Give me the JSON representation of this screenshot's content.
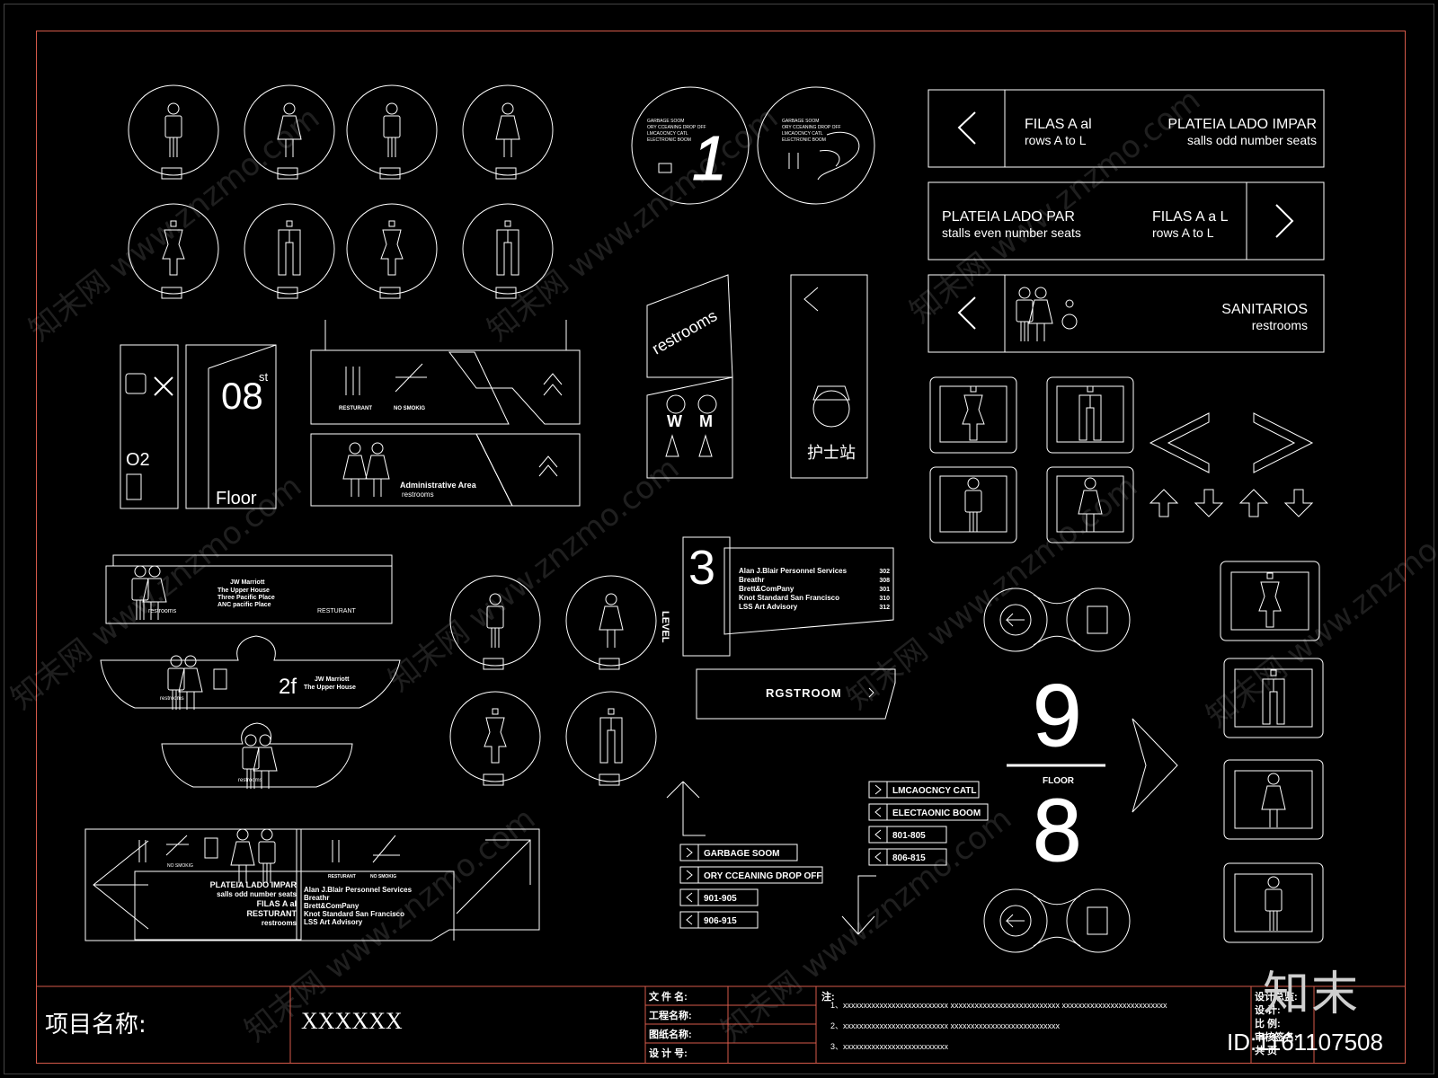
{
  "title_block": {
    "project_label": "项目名称:",
    "project_value": "XXXXXX",
    "fields": [
      "文 件 名:",
      "工程名称:",
      "图纸名称:",
      "设 计 号:"
    ],
    "notes_label": "注:",
    "notes": [
      "1、xxxxxxxxxxxxxxxxxxxxxxxxxx    xxxxxxxxxxxxxxxxxxxxxxxxxxx    xxxxxxxxxxxxxxxxxxxxxxxxxx",
      "2、xxxxxxxxxxxxxxxxxxxxxxxxxx    xxxxxxxxxxxxxxxxxxxxxxxxxxx",
      "3、xxxxxxxxxxxxxxxxxxxxxxxxxx"
    ],
    "right_fields": [
      "设计总监:",
      "设  计:",
      "比  例:",
      "审核签名:",
      "共  页"
    ]
  },
  "brand": {
    "logo": "知末",
    "id": "ID:1161107508",
    "watermark": "知末网 www.znzmo.com"
  },
  "signs": {
    "seats_odd": {
      "line1": "FILAS A al",
      "line2": "rows A to L",
      "line3": "PLATEIA LADO IMPAR",
      "line4": "salls odd number seats"
    },
    "seats_even": {
      "line1": "PLATEIA LADO PAR",
      "line2": "stalls even number seats",
      "line3": "FILAS A a L",
      "line4": "rows A to L"
    },
    "sanitarios": {
      "line1": "SANITARIOS",
      "line2": "restrooms"
    },
    "hanging": {
      "resturant": "RESTURANT",
      "no_smoking": "NO SMOKIG",
      "admin": "Administrative Area",
      "restrooms": "restrooms"
    },
    "floor_panel": {
      "number": "08",
      "sup": "st",
      "label": "Floor",
      "o2": "O2"
    },
    "restrooms_blade": {
      "text": "restrooms",
      "w": "W",
      "m": "M"
    },
    "nurse": {
      "text": "护士站"
    },
    "round_panel": {
      "lines": [
        "GARBAGE SOOM",
        "ORY CCEANING DROP OFF",
        "LMCAOCNCY CATL",
        "ELECTRONIC BOOM"
      ],
      "n1": "1",
      "n2": "2"
    },
    "wall_bar": {
      "restrooms": "restrooms",
      "marriott": "JW Marriott",
      "upper": "The Upper House",
      "pacific": "Three Pacific Place",
      "anc": "ANC pacific Place",
      "resturant": "RESTURANT"
    },
    "bowl": {
      "restrooms": "restrooms",
      "marriott": "JW Marriott",
      "upper": "The Upper House",
      "f": "2f"
    },
    "directory": {
      "level_number": "3",
      "level_label": "LEVEL",
      "entries": [
        {
          "name": "Alan J.Blair Personnel Services",
          "room": "302"
        },
        {
          "name": "Breathr",
          "room": "308"
        },
        {
          "name": "Brett&ComPany",
          "room": "301"
        },
        {
          "name": "Knot Standard San Francisco",
          "room": "310"
        },
        {
          "name": "LSS Art Advisory",
          "room": "312"
        }
      ]
    },
    "restroom_strip": {
      "text": "RGSTROOM"
    },
    "room_tags_left": [
      "GARBAGE SOOM",
      "ORY CCEANING DROP OFF",
      "901-905",
      "906-915"
    ],
    "room_tags_right": [
      "LMCAOCNCY CATL",
      "ELECTAONIC BOOM",
      "801-805",
      "806-815"
    ],
    "floor_marker": {
      "top": "9",
      "label": "FLOOR",
      "bottom": "8"
    },
    "big_left": {
      "line1": "PLATEIA LADO IMPAR",
      "line2": "salls odd number seats",
      "line3": "FILAS A al",
      "line4": "RESTURANT",
      "line5": "restrooms",
      "no_smoking": "NO SMOKIG"
    },
    "big_right": {
      "resturant": "RESTURANT",
      "no_smoking": "NO SMOKIG",
      "entries": [
        "Alan J.Blair Personnel Services",
        "Breathr",
        "Brett&ComPany",
        "Knot Standard San Francisco",
        "LSS Art Advisory"
      ]
    }
  }
}
